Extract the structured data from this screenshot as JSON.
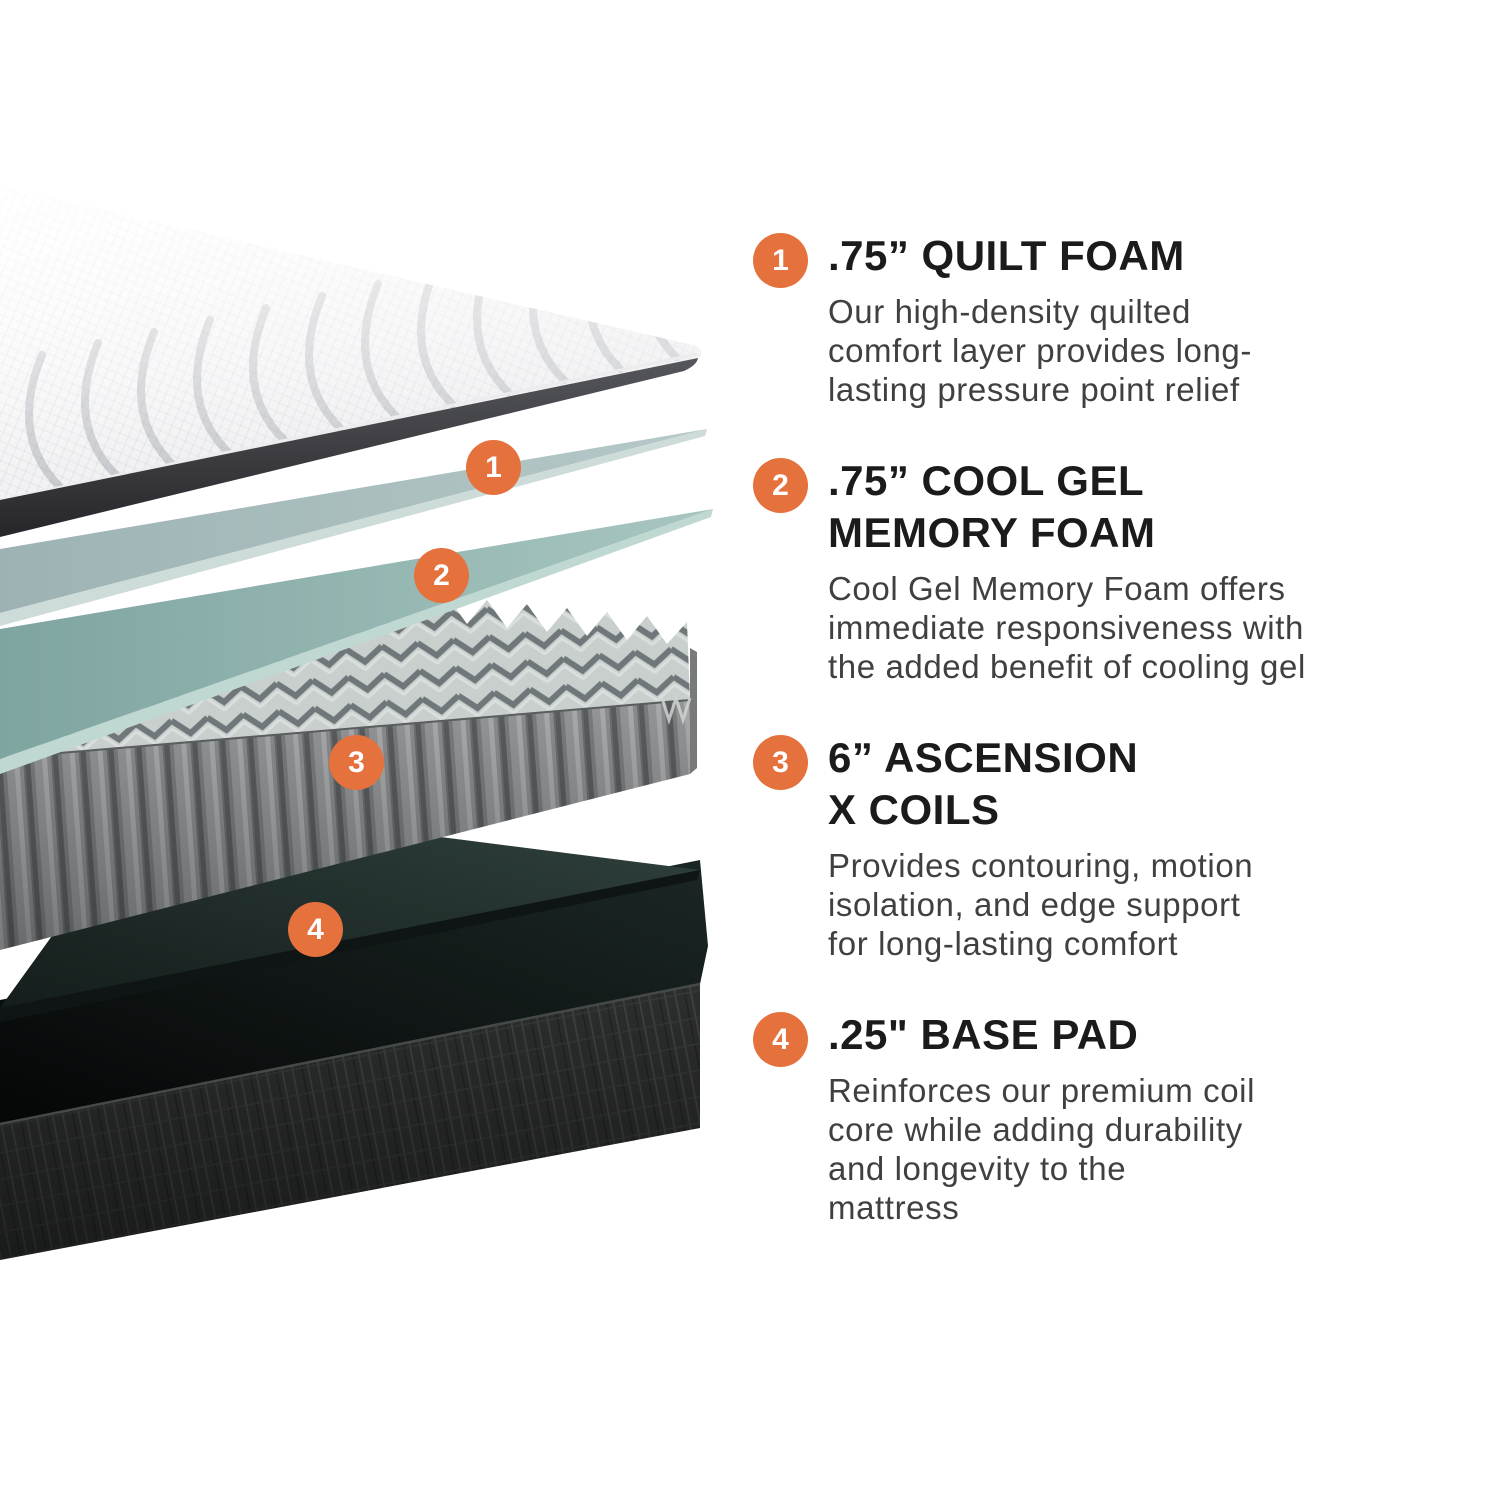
{
  "page": {
    "type": "mattress-layers-infographic",
    "background": "#ffffff",
    "accent_color": "#E5713C"
  },
  "illustration": {
    "alt": "Exploded side view of a mattress showing quilted top, two foam sheets, pocketed coil core, base pad and fabric base",
    "markers": [
      "1",
      "2",
      "3",
      "4"
    ],
    "layer_colors": {
      "quilt_top": "#f5f5f7",
      "quilt_edge": "#3a3a3e",
      "quilt_foam_sheet": "#abbfbf",
      "cool_gel_sheet": "#95b9b4",
      "coils": "#8f9193",
      "base_pad": "#22302d",
      "base_box_fabric": "#2d2f2e"
    }
  },
  "items": [
    {
      "number": "1",
      "heading": ".75” QUILT FOAM",
      "description": "Our high-density quilted\ncomfort layer provides long-\nlasting pressure point relief"
    },
    {
      "number": "2",
      "heading": ".75” COOL GEL\nMEMORY FOAM",
      "description": "Cool Gel Memory Foam offers\nimmediate responsiveness with\nthe added benefit of cooling gel"
    },
    {
      "number": "3",
      "heading": "6” ASCENSION\nX COILS",
      "description": "Provides contouring, motion\nisolation, and edge support\nfor long-lasting comfort"
    },
    {
      "number": "4",
      "heading": ".25\" BASE PAD",
      "description": "Reinforces our premium coil\ncore while adding durability\nand longevity to the\nmattress"
    }
  ]
}
